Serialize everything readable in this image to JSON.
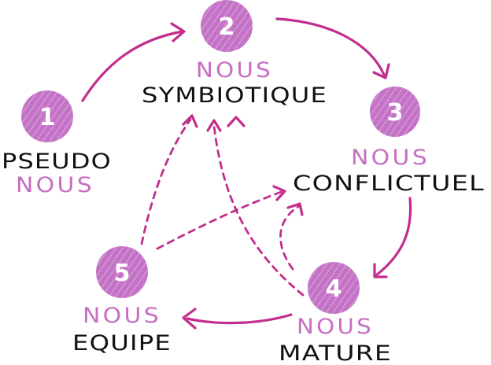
{
  "colors": {
    "node_fill": "#c472c6",
    "label_accent": "#c76ec1",
    "arrow": "#c22d8e",
    "label_text": "#111111"
  },
  "nodes": [
    {
      "number": "1",
      "label_top": "PSEUDO",
      "label_bottom": "NOUS"
    },
    {
      "number": "2",
      "label_top": "NOUS",
      "label_bottom": "SYMBIOTIQUE"
    },
    {
      "number": "3",
      "label_top": "NOUS",
      "label_bottom": "CONFLICTUEL"
    },
    {
      "number": "4",
      "label_top": "NOUS",
      "label_bottom": "MATURE"
    },
    {
      "number": "5",
      "label_top": "NOUS",
      "label_bottom": "EQUIPE"
    }
  ]
}
